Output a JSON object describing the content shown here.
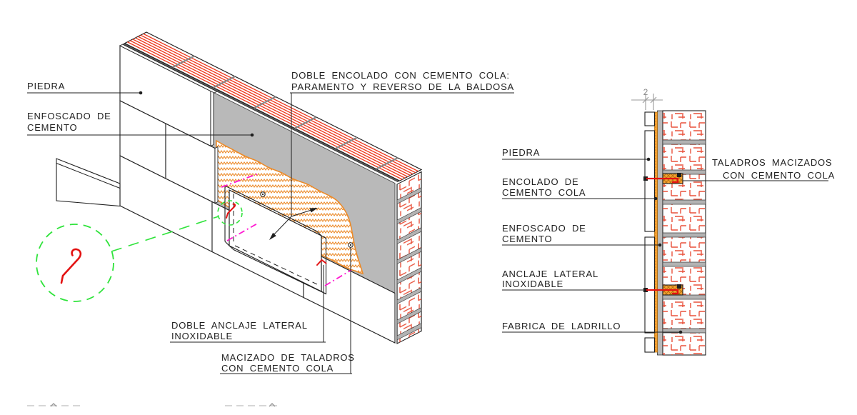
{
  "drawing": {
    "title_hint": "construction detail – stone cladding fixed with cement adhesive",
    "iso": {
      "labels": {
        "piedra": "PIEDRA",
        "enfoscado": [
          "ENFOSCADO DE",
          "CEMENTO"
        ],
        "doble_encolado": [
          "DOBLE ENCOLADO CON CEMENTO COLA:",
          "PARAMENTO Y REVERSO DE LA BALDOSA"
        ],
        "doble_anclaje": [
          "DOBLE ANCLAJE LATERAL",
          "INOXIDABLE"
        ],
        "macizado": [
          "MACIZADO DE TALADROS",
          "CON CEMENTO COLA"
        ]
      }
    },
    "section": {
      "dimension": "2",
      "labels": {
        "piedra": "PIEDRA",
        "encolado": [
          "ENCOLADO DE",
          "CEMENTO COLA"
        ],
        "enfoscado": [
          "ENFOSCADO DE",
          "CEMENTO"
        ],
        "anclaje": [
          "ANCLAJE LATERAL",
          "INOXIDABLE"
        ],
        "fabrica": "FABRICA DE LADRILLO",
        "taladros": [
          "TALADROS MACIZADOS",
          "CON CEMENTO COLA"
        ]
      }
    },
    "colors": {
      "line": "#1f1f1f",
      "brick_red": "#e8503a",
      "top_band_red": "#ee3b20",
      "adhesive_orange": "#ec8a28",
      "adhesive_strip_orange": "#f5a030",
      "render_gray": "#b9b9b9",
      "mortar_gray": "#b3b3b3",
      "anchor_red": "#e31212",
      "callout_green": "#2fe33b",
      "centerline_magenta": "#ff1ad1",
      "dimension_gray": "#999999"
    }
  }
}
